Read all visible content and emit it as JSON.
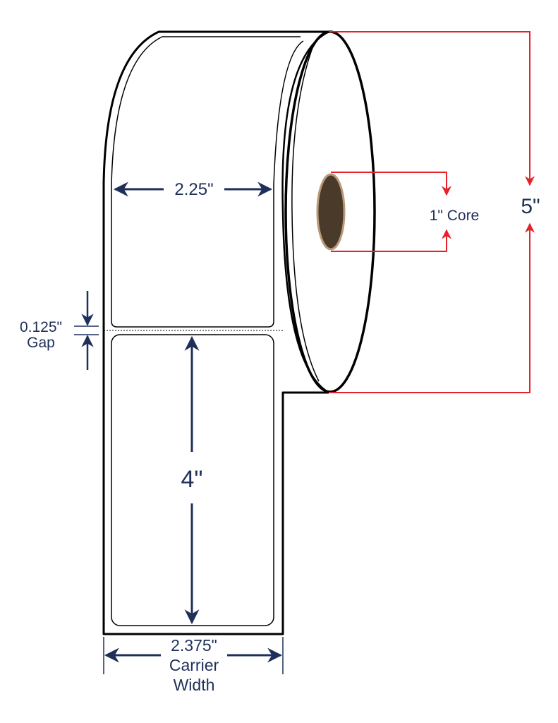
{
  "labels": {
    "label_width": "2.25\"",
    "gap_value": "0.125\"",
    "gap_word": "Gap",
    "label_height": "4\"",
    "carrier_value": "2.375\"",
    "carrier_word": "Carrier",
    "width_word": "Width",
    "core": "1\" Core",
    "roll_diameter": "5\""
  },
  "colors": {
    "navy": "#1f2f5a",
    "red": "#e4222a",
    "core": "#4a3a2a",
    "core_rim": "#b89a7a",
    "outline": "#000000"
  }
}
